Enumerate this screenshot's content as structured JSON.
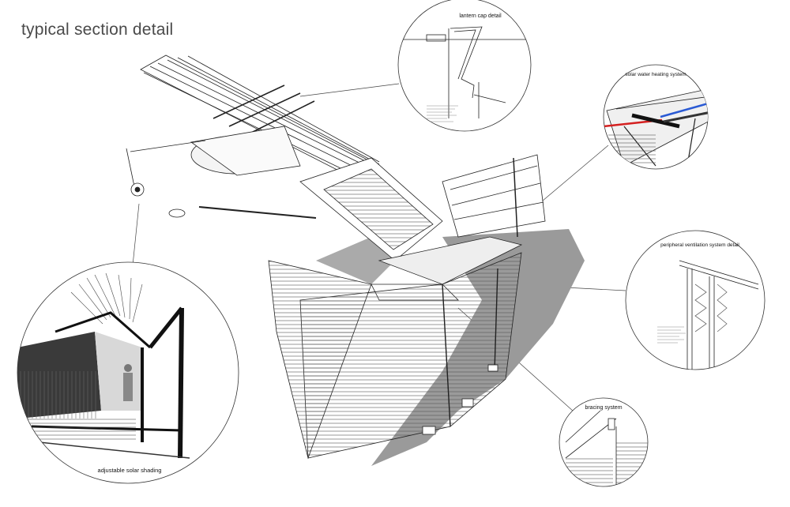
{
  "page": {
    "title": "typical section detail"
  },
  "callouts": {
    "lantern_cap": "lantern cap detail",
    "solar_water": "solar water heating system",
    "ventilation": "peripheral ventilation system detail",
    "bracing": "bracing system",
    "solar_shading": "adjustable solar shading"
  },
  "colors": {
    "hot_pipe": "#d42020",
    "cold_pipe": "#2a5ad4",
    "shadow": "#9a9a9a",
    "line": "#222222"
  }
}
